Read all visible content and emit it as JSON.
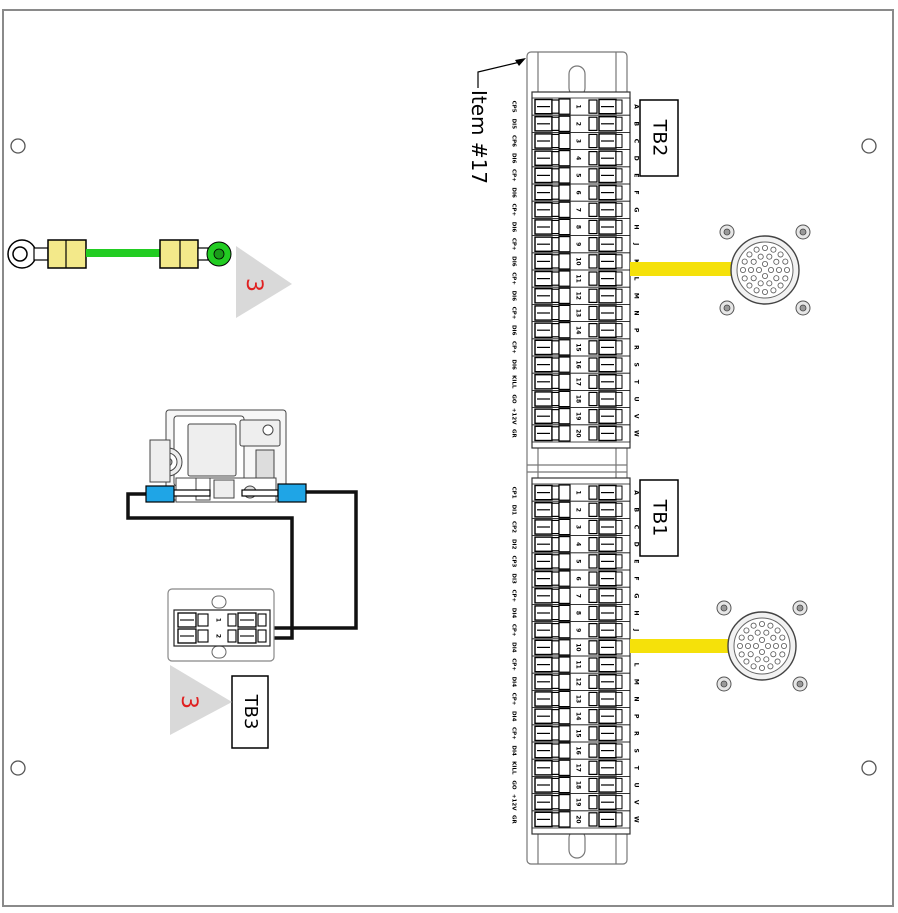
{
  "labels": {
    "tb1": "TB1",
    "tb2": "TB2",
    "tb3": "TB3",
    "item": "Item #17",
    "callout_top": "3",
    "callout_bottom": "3"
  },
  "tb3_terminals": [
    "1",
    "2"
  ],
  "tb2": {
    "numbers": [
      "1",
      "2",
      "3",
      "4",
      "5",
      "6",
      "7",
      "8",
      "9",
      "10",
      "11",
      "12",
      "13",
      "14",
      "15",
      "16",
      "17",
      "18",
      "19",
      "20"
    ],
    "letters": [
      "A",
      "B",
      "C",
      "D",
      "E",
      "F",
      "G",
      "H",
      "J",
      "K",
      "L",
      "M",
      "N",
      "P",
      "R",
      "S",
      "T",
      "U",
      "V",
      "W"
    ],
    "signals": [
      "CP5",
      "DI5",
      "CP6",
      "DI6",
      "CP+",
      "DI6",
      "CP+",
      "DI6",
      "CP+",
      "DI6",
      "CP+",
      "DI6",
      "CP+",
      "DI6",
      "CP+",
      "DI6",
      "KILL",
      "GO",
      "+12V",
      "GR"
    ]
  },
  "tb1": {
    "numbers": [
      "1",
      "2",
      "3",
      "4",
      "5",
      "6",
      "7",
      "8",
      "9",
      "10",
      "11",
      "12",
      "13",
      "14",
      "15",
      "16",
      "17",
      "18",
      "19",
      "20"
    ],
    "letters": [
      "A",
      "B",
      "C",
      "D",
      "E",
      "F",
      "G",
      "H",
      "J",
      "K",
      "L",
      "M",
      "N",
      "P",
      "R",
      "S",
      "T",
      "U",
      "V",
      "W"
    ],
    "signals": [
      "CP1",
      "DI1",
      "CP2",
      "DI2",
      "CP3",
      "DI3",
      "CP+",
      "DI4",
      "CP+",
      "DI4",
      "CP+",
      "DI4",
      "CP+",
      "DI4",
      "CP+",
      "DI4",
      "KILL",
      "GO",
      "+12V",
      "GR"
    ]
  },
  "colors": {
    "frame": "#8a8a8a",
    "yellow_wire": "#f5e10a",
    "green_wire": "#22cc22",
    "ring_lug": "#f3e98a",
    "blue_ferrule": "#1fa5e6",
    "callout_fill": "#d9d9d9",
    "callout_text": "#e02020"
  },
  "icons": {
    "mount_hole": "circle-hole-icon",
    "connector": "circular-connector-icon",
    "ground_lug": "ring-lug-icon",
    "module": "relay-module-icon"
  }
}
